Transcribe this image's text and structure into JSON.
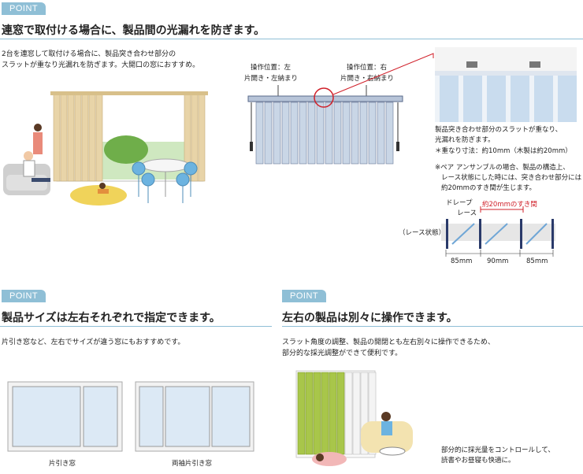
{
  "section1": {
    "badge": "POINT",
    "heading": "連窓で取付ける場合に、製品間の光漏れを防ぎます。",
    "desc_line1": "2台を連窓して取付ける場合に、製品突き合わせ部分の",
    "desc_line2": "スラットが重なり光漏れを防ぎます。大開口の窓におすすめ。",
    "left_label_line1": "操作位置：左",
    "left_label_line2": "片開き・左納まり",
    "right_label_line1": "操作位置：右",
    "right_label_line2": "片開き・右納まり",
    "zoom_caption_line1": "製品突き合わせ部分のスラットが重なり、",
    "zoom_caption_line2": "光漏れを防ぎます。",
    "overlap_line": "＊重なり寸法：約10mm（木製は約20mm）",
    "note_line1": "※ペア アンサンブルの場合、製品の構造上、",
    "note_line2": "レース状態にした時には、突き合わせ部分には",
    "note_line3": "約20mmのすき間が生じます。",
    "drape_label": "ドレープ",
    "lace_label": "レース",
    "gap_label": "約20mmのすき間",
    "lace_state": "（レース状態）",
    "dim_left": "85mm",
    "dim_mid": "90mm",
    "dim_right": "85mm"
  },
  "section2": {
    "badge": "POINT",
    "heading": "製品サイズは左右それぞれで指定できます。",
    "desc": "片引き窓など、左右でサイズが違う窓にもおすすめです。",
    "window1_caption": "片引き窓",
    "window2_caption": "両袖片引き窓"
  },
  "section3": {
    "badge": "POINT",
    "heading": "左右の製品は別々に操作できます。",
    "desc_line1": "スラット角度の調整、製品の開閉とも左右別々に操作できるため、",
    "desc_line2": "部分的な採光調整ができて便利です。",
    "caption_line1": "部分的に採光量をコントロールして、",
    "caption_line2": "読書やお昼寝も快適に。"
  },
  "colors": {
    "accent": "#8fbfd6",
    "red": "#d0202a",
    "blind": "#c9d6e6",
    "beige": "#e8d4a8",
    "green": "#a8c64a"
  }
}
